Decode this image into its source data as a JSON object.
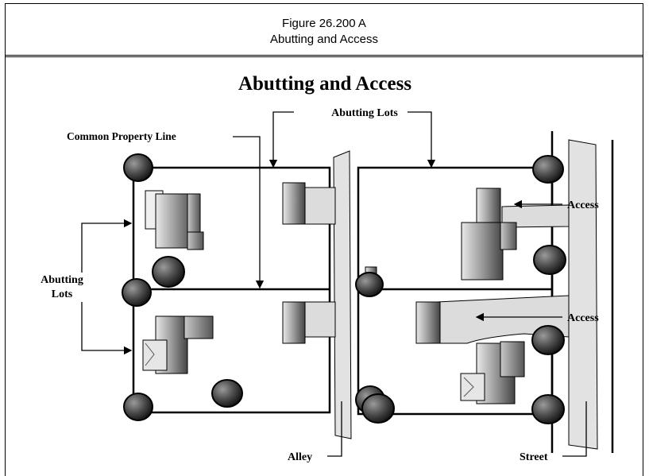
{
  "caption": {
    "figure_number": "Figure 26.200 A",
    "figure_title": "Abutting and Access"
  },
  "diagram": {
    "title": "Abutting and Access",
    "labels": {
      "abutting_lots_top": "Abutting Lots",
      "common_property_line": "Common Property Line",
      "abutting_left_line1": "Abutting",
      "abutting_left_line2": "Lots",
      "access_upper": "Access",
      "access_lower": "Access",
      "alley": "Alley",
      "street": "Street"
    }
  }
}
